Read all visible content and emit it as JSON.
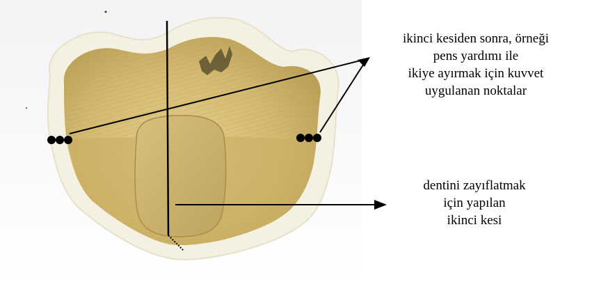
{
  "annotations": {
    "force_points": {
      "lines": [
        "ikinci kesiden sonra, örneği",
        "pens yardımı ile",
        "ikiye ayırmak için kuvvet",
        "uygulanan noktalar"
      ]
    },
    "second_cut": {
      "lines": [
        "dentini zayıflatmak",
        "için yapılan",
        "ikinci kesi"
      ]
    }
  },
  "colors": {
    "dentin": "#d8c07a",
    "dentin_dark": "#b59b55",
    "enamel": "#f4f1e2",
    "markers": "#000000",
    "background": "#ffffff"
  }
}
